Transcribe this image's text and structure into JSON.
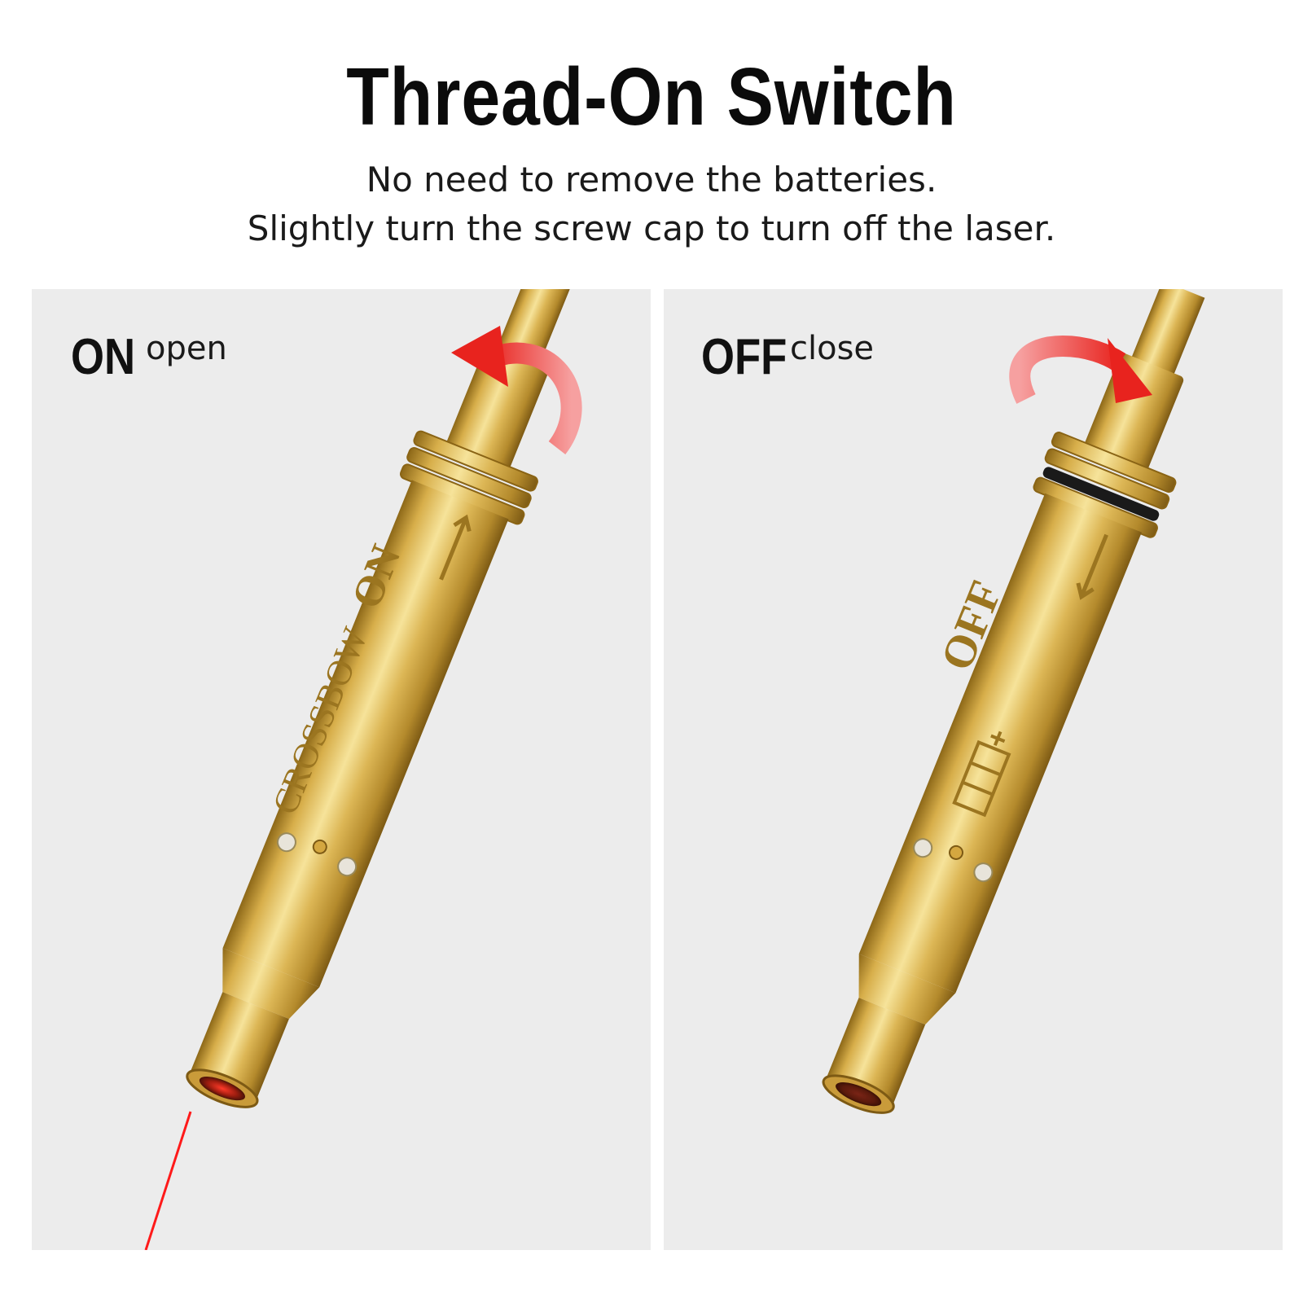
{
  "header": {
    "title": "Thread-On Switch",
    "subtitle_line1": "No need to remove the batteries.",
    "subtitle_line2": "Slightly turn the screw cap to turn off the laser."
  },
  "panels": [
    {
      "state": "ON",
      "description": "open",
      "engraving_left": "CROSSBOW",
      "engraving_right": "ON",
      "laser_on": true,
      "arrow_icon": "rotate-counterclockwise-arrow-icon"
    },
    {
      "state": "OFF",
      "description": "close",
      "engraving": "OFF",
      "battery_icon": "battery-icon",
      "laser_on": false,
      "arrow_icon": "rotate-clockwise-arrow-icon"
    }
  ],
  "colors": {
    "brass_light": "#f3dc83",
    "brass_mid": "#d9b24e",
    "brass_dark": "#9c7420",
    "arrow_red": "#e8231e",
    "laser_red": "#ff1a1a",
    "panel_bg": "#ececec"
  }
}
